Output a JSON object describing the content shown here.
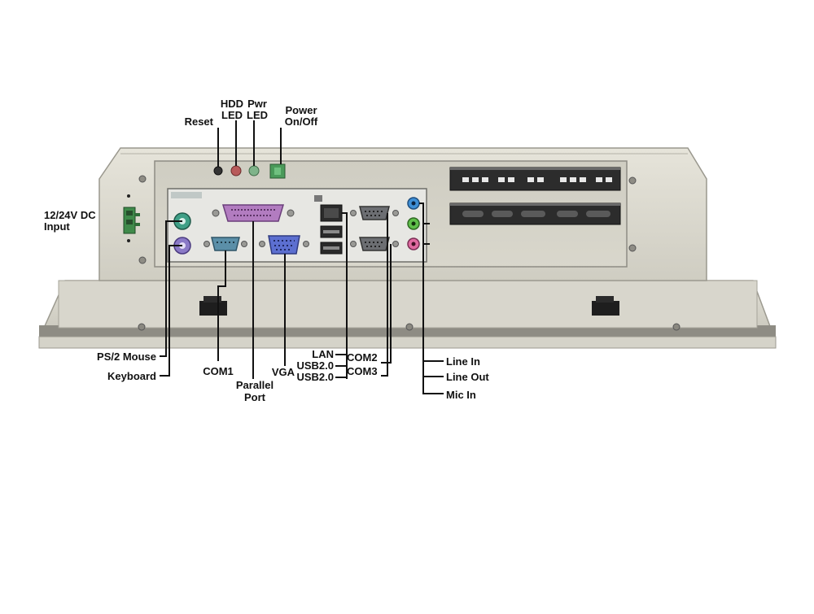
{
  "top_labels": {
    "reset": "Reset",
    "hdd_led_1": "HDD",
    "hdd_led_2": "LED",
    "pwr_led_1": "Pwr",
    "pwr_led_2": "LED",
    "power_1": "Power",
    "power_2": "On/Off"
  },
  "dc_input": {
    "line1": "12/24V DC",
    "line2": "Input"
  },
  "bottom_labels": {
    "ps2_mouse": "PS/2 Mouse",
    "keyboard": "Keyboard",
    "com1": "COM1",
    "parallel_1": "Parallel",
    "parallel_2": "Port",
    "vga": "VGA",
    "lan": "LAN",
    "usb_a": "USB2.0",
    "usb_b": "USB2.0",
    "com2": "COM2",
    "com3": "COM3",
    "line_in": "Line In",
    "line_out": "Line Out",
    "mic_in": "Mic In"
  },
  "colors": {
    "chassis": "#dcdad0",
    "chassis_dark": "#bdbbb0",
    "io_plate": "#e6e6e2",
    "ps2_mouse": "#3f9f86",
    "ps2_keyboard": "#8a79c6",
    "com_port": "#5b8fa8",
    "parallel_port": "#b27cc0",
    "vga_port": "#5c6fd0",
    "line_in": "#3e8fd6",
    "line_out": "#5fbf4a",
    "mic_in": "#e06aa0"
  }
}
